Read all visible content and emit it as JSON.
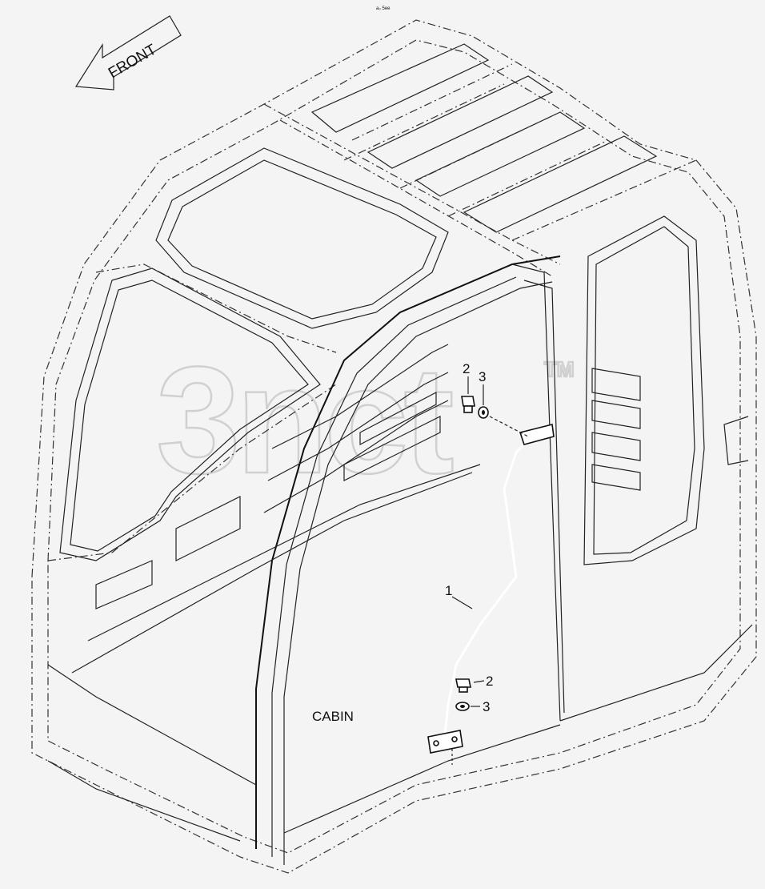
{
  "header_mark": "a₀ 5ee",
  "direction_arrow": "FRONT",
  "watermark": {
    "text": "3nct",
    "trademark": "TM"
  },
  "callouts": {
    "pipe": "1",
    "bolt_upper": "2",
    "washer_upper": "3",
    "bolt_lower": "2",
    "washer_lower": "3"
  },
  "assembly_label": "CABIN"
}
